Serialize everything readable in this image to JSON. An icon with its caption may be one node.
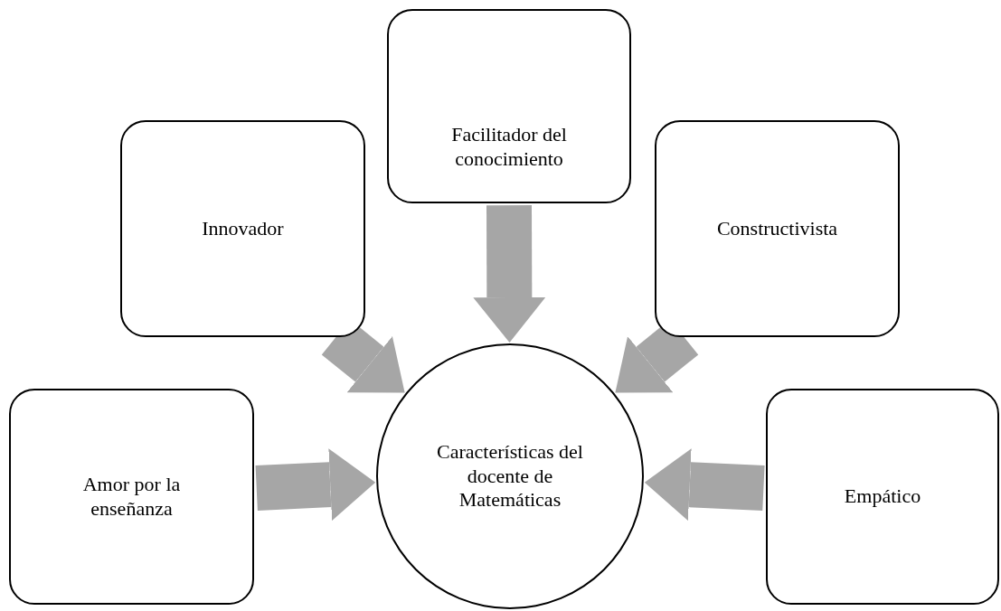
{
  "diagram": {
    "nodes": [
      {
        "text": [
          "Facilitador del conocimiento"
        ]
      },
      {
        "text": [
          "Innovador"
        ]
      },
      {
        "text": [
          "Constructivista"
        ]
      },
      {
        "text": [
          "Amor por la enseñanza"
        ]
      },
      {
        "text": [
          "Características del docente de Matemáticas"
        ]
      },
      {
        "text": [
          "Empático"
        ]
      }
    ],
    "edges": [
      {
        "from": 0,
        "to": 4,
        "arrow": "to"
      },
      {
        "from": 1,
        "to": 4,
        "arrow": "to"
      },
      {
        "from": 2,
        "to": 4,
        "arrow": "to"
      },
      {
        "from": 3,
        "to": 4,
        "arrow": "to"
      },
      {
        "from": 5,
        "to": 4,
        "arrow": "to"
      }
    ]
  }
}
